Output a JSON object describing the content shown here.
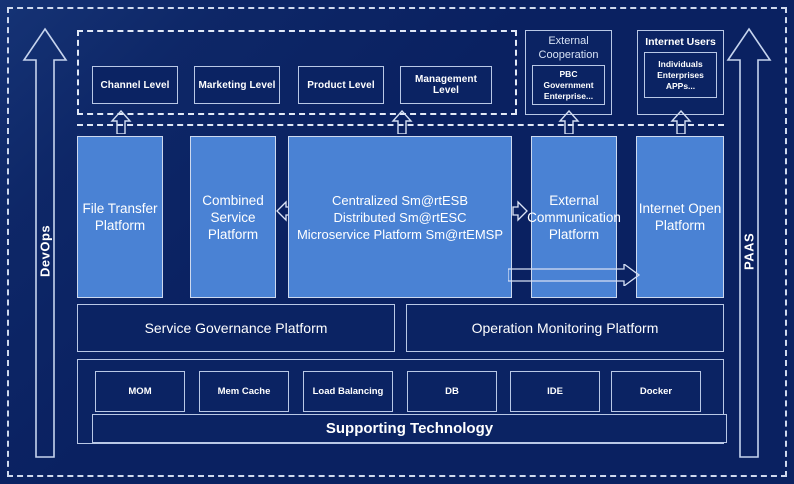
{
  "diagram": {
    "title": "Enterprise Service Platform Architecture",
    "colors": {
      "background_navy": "#0a2161",
      "box_navy": "#0b2363",
      "box_blue": "#4a82d4",
      "border_light": "#cdd9ef",
      "text_white": "#ffffff"
    },
    "left_arrow": {
      "label": "DevOps",
      "direction": "up"
    },
    "right_arrow": {
      "label": "PAAS",
      "direction": "up"
    },
    "business_levels": {
      "container": "dashed-group",
      "items": [
        {
          "label": "Channel Level"
        },
        {
          "label": "Marketing Level"
        },
        {
          "label": "Product Level"
        },
        {
          "label": "Management Level"
        }
      ]
    },
    "external_groups": [
      {
        "header": "External Cooperation",
        "header_style": "light",
        "inner": "PBC Government Enterprise..."
      },
      {
        "header": "Internet Users",
        "header_style": "bold",
        "inner": "Individuals Enterprises APPs..."
      }
    ],
    "platforms": [
      {
        "label": "File Transfer Platform"
      },
      {
        "label": "Combined Service Platform"
      },
      {
        "label": "Centralized Sm@rtESB Distributed Sm@rtESC Microservice Platform Sm@rtEMSP"
      },
      {
        "label": "External Communication Platform"
      },
      {
        "label": "Internet Open Platform"
      }
    ],
    "center_platform_lines": [
      "Centralized Sm@rtESB",
      "Distributed Sm@rtESC",
      "Microservice Platform Sm@rtEMSP"
    ],
    "management_bars": [
      {
        "label": "Service Governance Platform"
      },
      {
        "label": "Operation Monitoring Platform"
      }
    ],
    "supporting": {
      "banner": "Supporting Technology",
      "items": [
        {
          "label": "MOM"
        },
        {
          "label": "Mem Cache"
        },
        {
          "label": "Load Balancing"
        },
        {
          "label": "DB"
        },
        {
          "label": "IDE"
        },
        {
          "label": "Docker"
        }
      ]
    }
  }
}
